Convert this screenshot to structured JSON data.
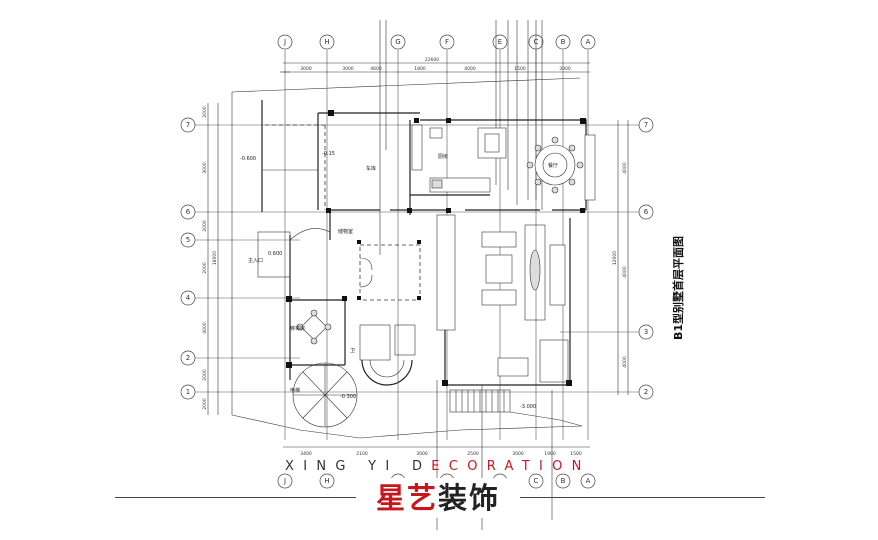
{
  "plan": {
    "title": "B1型别墅首层平面图",
    "grid_top": [
      "J",
      "H",
      "G",
      "F",
      "E",
      "C",
      "B",
      "A"
    ],
    "grid_bottom": [
      "J",
      "H",
      "G",
      "F",
      "E",
      "C",
      "B",
      "A"
    ],
    "grid_left": [
      "7",
      "6",
      "5",
      "4",
      "2",
      "1"
    ],
    "grid_right": [
      "7",
      "6",
      "3",
      "2"
    ],
    "dims_top": [
      "3000",
      "3000",
      "4600",
      "1800",
      "4000",
      "1500",
      "3000"
    ],
    "dims_top_total": "22600",
    "dims_bottom": [
      "3400",
      "2100",
      "3000",
      "2500",
      "3000",
      "1900",
      "1500"
    ],
    "dims_left": [
      "2000",
      "3000",
      "2000",
      "2000",
      "4000",
      "2000",
      "2000"
    ],
    "dims_left_total": "18000",
    "dims_right": [
      "4000",
      "4000",
      "4000"
    ],
    "dims_right_total": "12000",
    "room_labels": {
      "dining": "餐厅",
      "kitchen": "厨房",
      "garage": "车库",
      "storage": "储物室",
      "entrance": "主入口",
      "mahjong": "麻将房",
      "toilet": "卫",
      "elevator": "电梯"
    },
    "levels": {
      "garage_floor": "-0.600",
      "garage_ramp": "-0.15",
      "entry_left": "0.600",
      "stair_bottom": "-0.300",
      "court": "-3.000"
    }
  },
  "brand": {
    "en_part1": "XING YI D",
    "en_part2": "ECORATION",
    "cn_part1": "星艺",
    "cn_part2": "装饰"
  },
  "colors": {
    "brand_red": "#c8161d",
    "line": "#222222",
    "background": "#ffffff"
  }
}
